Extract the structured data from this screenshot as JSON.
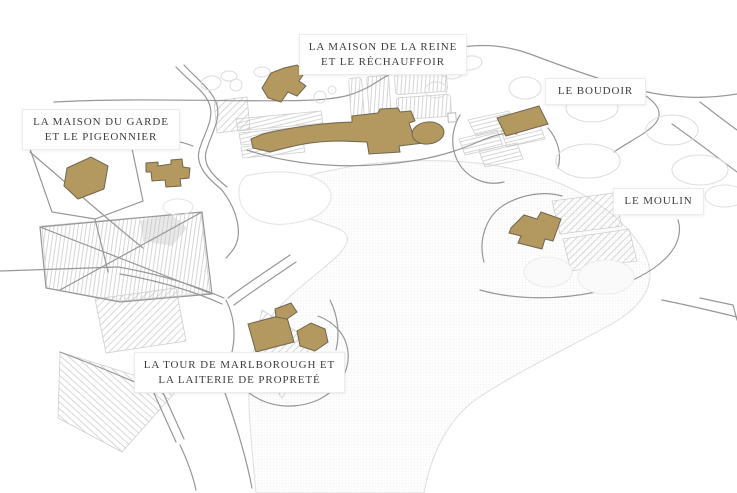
{
  "labels": {
    "maison_reine": {
      "line1": "LA MAISON DE LA REINE",
      "line2": "ET LE RÉCHAUFFOIR"
    },
    "maison_garde": {
      "line1": "LA MAISON DU GARDE",
      "line2": "ET LE PIGEONNIER"
    },
    "boudoir": {
      "line1": "LE BOUDOIR"
    },
    "moulin": {
      "line1": "LE MOULIN"
    },
    "marlborough": {
      "line1": "LA TOUR DE MARLBOROUGH ET",
      "line2": "LA LAITERIE DE PROPRETÉ"
    }
  },
  "colors": {
    "building_fill": "#b3985f",
    "building_stroke": "#6f6650",
    "path_stroke": "#979797",
    "label_text": "#3d3d3d",
    "background": "#ffffff"
  }
}
